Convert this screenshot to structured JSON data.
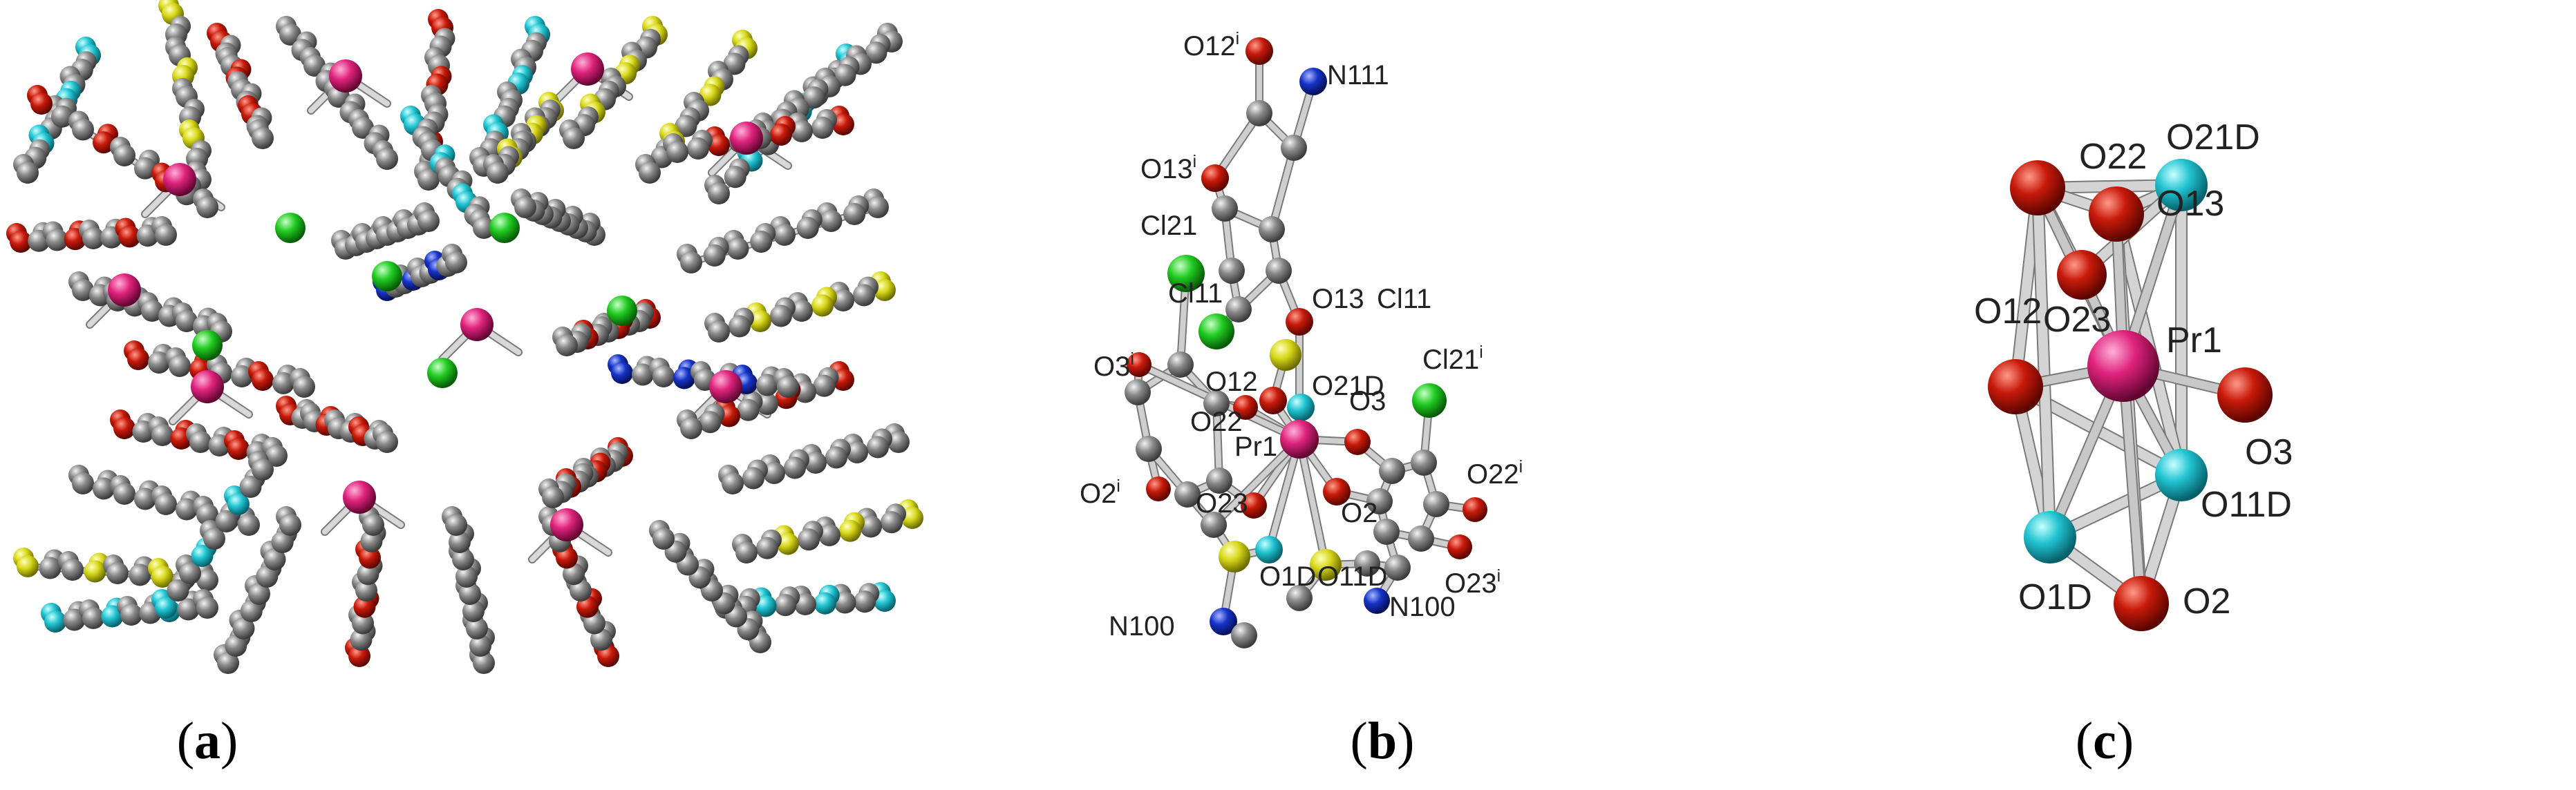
{
  "colors": {
    "Pr": "#e0237d",
    "O": "#c81a0a",
    "Cl": "#22cc22",
    "N": "#1533c8",
    "C": "#8a8a8a",
    "S": "#d8d81a",
    "O_water": "#22c4d2",
    "bond": "#c8c8c8"
  },
  "panel_a": {
    "caption": {
      "open": "(",
      "letter": "a",
      "close": ")"
    }
  },
  "panel_b": {
    "caption": {
      "open": "(",
      "letter": "b",
      "close": ")"
    },
    "labels": {
      "O12i": {
        "base": "O12",
        "sup": "i"
      },
      "N111": {
        "base": "N111"
      },
      "O13i": {
        "base": "O13",
        "sup": "i"
      },
      "Cl21": {
        "base": "Cl21"
      },
      "Cl11a": {
        "base": "Cl11"
      },
      "O13": {
        "base": "O13"
      },
      "Cl11b": {
        "base": "Cl11"
      },
      "O12": {
        "base": "O12"
      },
      "O21D": {
        "base": "O21D"
      },
      "O3": {
        "base": "O3"
      },
      "Cl21i": {
        "base": "Cl21",
        "sup": "i"
      },
      "O3i": {
        "base": "O3",
        "sup": "i"
      },
      "O22": {
        "base": "O22"
      },
      "Pr1": {
        "base": "Pr1"
      },
      "O22i": {
        "base": "O22",
        "sup": "i"
      },
      "O23": {
        "base": "O23"
      },
      "O2": {
        "base": "O2"
      },
      "O2i": {
        "base": "O2",
        "sup": "i"
      },
      "O1D": {
        "base": "O1D"
      },
      "O11D": {
        "base": "O11D"
      },
      "N100b": {
        "base": "N100"
      },
      "O23i": {
        "base": "O23",
        "sup": "i"
      },
      "N100a": {
        "base": "N100"
      }
    }
  },
  "panel_c": {
    "caption": {
      "open": "(",
      "letter": "c",
      "close": ")"
    },
    "labels": {
      "O22": "O22",
      "O21D": "O21D",
      "O13": "O13",
      "O12": "O12",
      "O23": "O23",
      "Pr1": "Pr1",
      "O3": "O3",
      "O11D": "O11D",
      "O1D": "O1D",
      "O2": "O2"
    }
  }
}
